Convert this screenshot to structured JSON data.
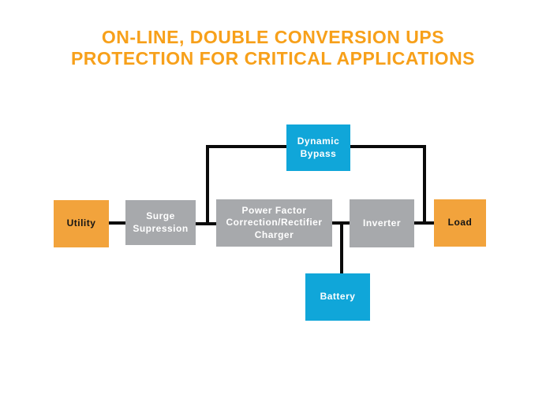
{
  "title": {
    "line1": "ON-LINE, DOUBLE CONVERSION UPS",
    "line2": "PROTECTION FOR CRITICAL APPLICATIONS"
  },
  "colors": {
    "title_orange": "#F7A01A",
    "box_orange": "#F2A33C",
    "box_gray": "#A7A9AC",
    "box_blue": "#10A6D9",
    "connector_black": "#0A0A0A",
    "background": "#FFFFFF"
  },
  "nodes": {
    "utility": {
      "label": "Utility"
    },
    "surge_suppression": {
      "label": "Surge\nSupression"
    },
    "power_factor": {
      "label": "Power Factor\nCorrection/Rectifier\nCharger"
    },
    "inverter": {
      "label": "Inverter"
    },
    "load": {
      "label": "Load"
    },
    "dynamic_bypass": {
      "label": "Dynamic\nBypass"
    },
    "battery": {
      "label": "Battery"
    }
  },
  "edges": [
    {
      "from": "Utility",
      "to": "Surge Supression"
    },
    {
      "from": "Surge Supression",
      "to": "Power Factor Correction/Rectifier Charger"
    },
    {
      "from": "Power Factor Correction/Rectifier Charger",
      "to": "Inverter"
    },
    {
      "from": "Inverter",
      "to": "Load"
    },
    {
      "from": "Surge Supression",
      "to": "Dynamic Bypass"
    },
    {
      "from": "Dynamic Bypass",
      "to": "Load"
    },
    {
      "from": "Power Factor Correction/Rectifier Charger",
      "to": "Battery"
    }
  ]
}
